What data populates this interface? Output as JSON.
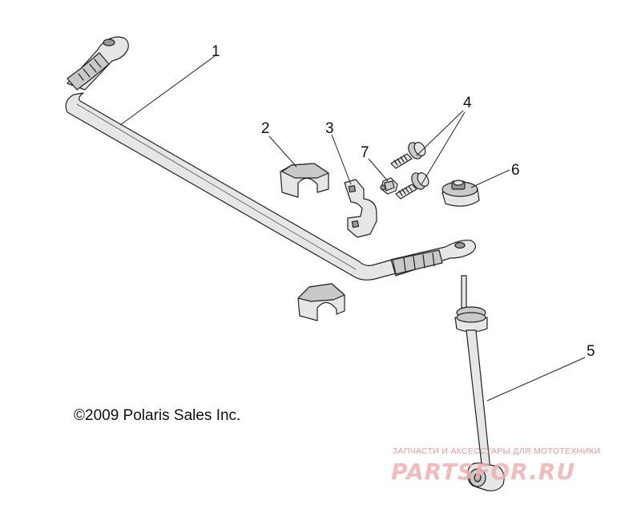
{
  "diagram": {
    "copyright": "©2009 Polaris Sales Inc.",
    "callouts": {
      "c1": "1",
      "c2": "2",
      "c3": "3",
      "c4": "4",
      "c5": "5",
      "c6": "6",
      "c7": "7"
    }
  },
  "watermark": {
    "tagline": "ЗАПЧАСТИ И АКСЕССУАРЫ ДЛЯ МОТОТЕХНИКИ",
    "brand": "PARTSFOR.RU",
    "color": "#e88c8c"
  }
}
